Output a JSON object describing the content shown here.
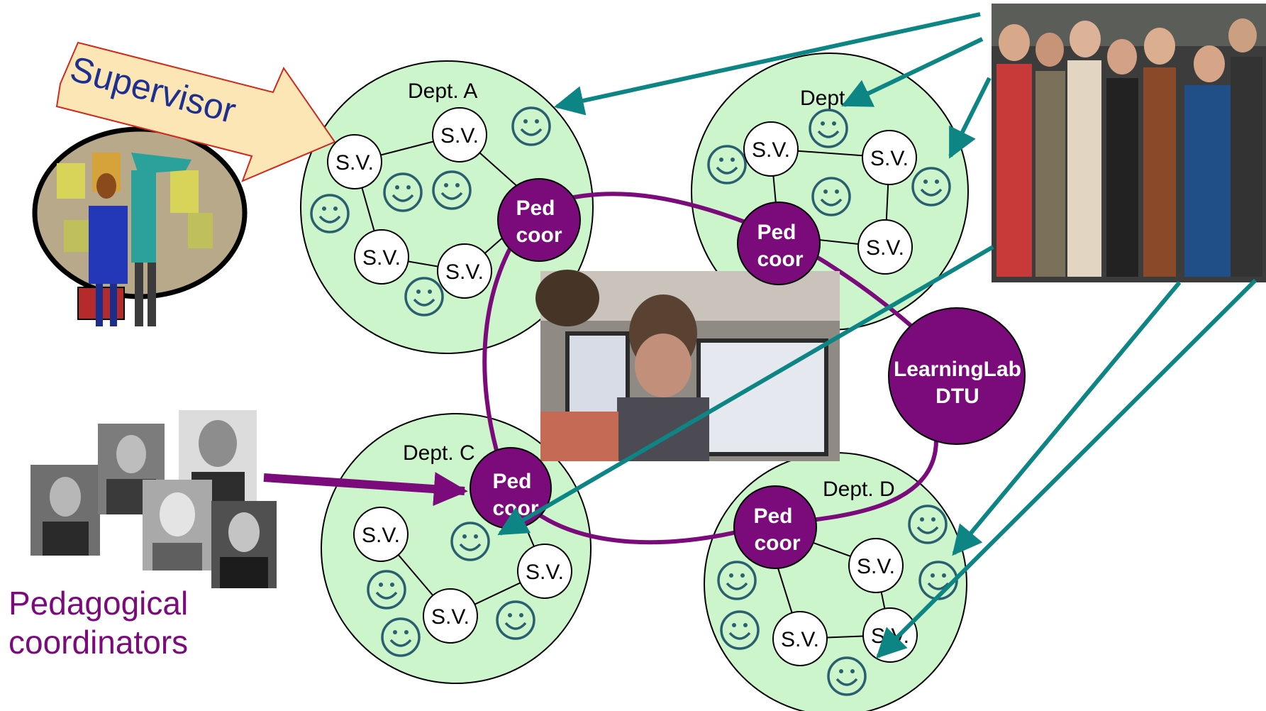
{
  "diagram": {
    "supervisor_label": "Supervisor",
    "ped_coord_label_line1": "Pedagogical",
    "ped_coord_label_line2": "coordinators",
    "departments": [
      {
        "name": "Dept. A"
      },
      {
        "name": "Dept. B"
      },
      {
        "name": "Dept. C"
      },
      {
        "name": "Dept. D"
      }
    ],
    "sv_label": "S.V.",
    "ped_line1": "Ped",
    "ped_line2": "coor",
    "learninglab_line1": "LearningLab",
    "learninglab_line2": "DTU"
  },
  "colors": {
    "dept_fill": "#ccf5cc",
    "purple": "#7b0a7b",
    "teal": "#0e8585",
    "smiley": "#2a5f6f",
    "supervisor_arrow_fill": "#fce6b6",
    "supervisor_arrow_stroke": "#d0281c",
    "supervisor_text": "#1d2f8f"
  },
  "icons": [
    "smiley-icon",
    "supervisor-clipart",
    "photo-placeholder"
  ]
}
